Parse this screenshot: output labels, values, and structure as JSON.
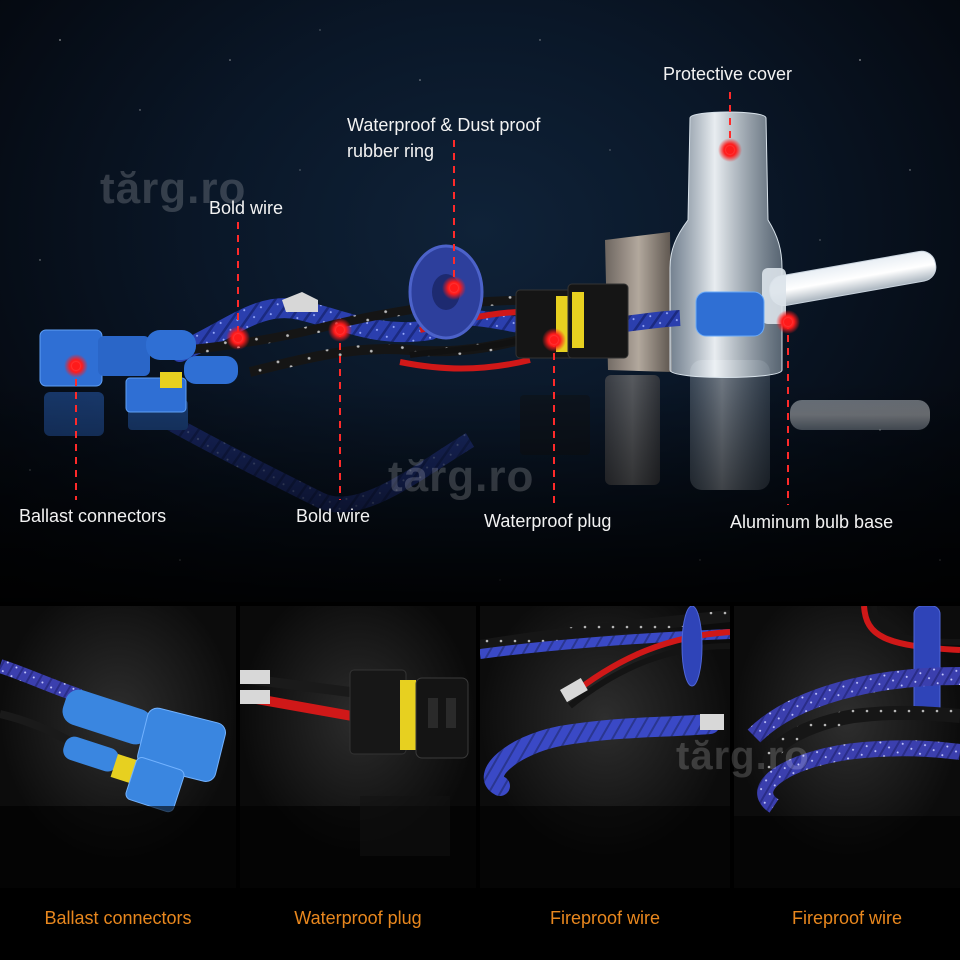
{
  "colors": {
    "caption": "#e8871e",
    "label": "#f2f2f2",
    "callout_dot": "#ff1a1a",
    "wire_blue": "#2b3fae",
    "connector_blue": "#2f6fd4",
    "wire_red": "#d01818"
  },
  "watermark": "tărg.ro",
  "hero": {
    "labels": {
      "protective_cover": "Protective cover",
      "rubber_ring": "Waterproof & Dust proof\nrubber ring",
      "bold_wire_top": "Bold wire",
      "ballast_connectors": "Ballast connectors",
      "bold_wire_bottom": "Bold wire",
      "waterproof_plug": "Waterproof plug",
      "aluminum_base": "Aluminum bulb base"
    }
  },
  "panels": [
    {
      "caption": "Ballast connectors"
    },
    {
      "caption": "Waterproof plug"
    },
    {
      "caption": "Fireproof wire"
    },
    {
      "caption": "Fireproof wire"
    }
  ]
}
